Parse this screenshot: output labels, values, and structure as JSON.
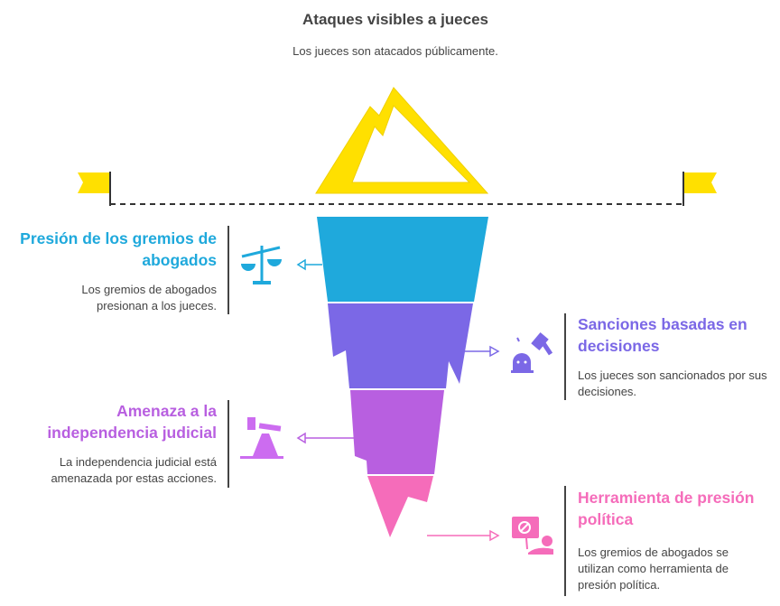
{
  "top": {
    "title": "Ataques visibles a jueces",
    "description": "Los jueces son atacados públicamente."
  },
  "layers": [
    {
      "title": "Presión de los gremios de abogados",
      "description": "Los gremios de abogados presionan a los jueces.",
      "icon": "scales-icon",
      "color": "#1FA9DC",
      "side": "left"
    },
    {
      "title": "Sanciones basadas en decisiones",
      "description": "Los jueces son sancionados por sus decisiones.",
      "icon": "gavel-icon",
      "color": "#7B68E6",
      "side": "right"
    },
    {
      "title": "Amenaza a la independencia judicial",
      "description": "La independencia judicial está amenazada por estas acciones.",
      "icon": "broken-gavel-icon",
      "color": "#B85FE0",
      "side": "left"
    },
    {
      "title": "Herramienta de presión política",
      "description": "Los gremios de abogados se utilizan como herramienta de presión política.",
      "icon": "protest-sign-icon",
      "color": "#F56CBA",
      "side": "right"
    }
  ],
  "colors": {
    "tip": "#FFE000",
    "flag": "#FFE000",
    "text": "#444444"
  }
}
